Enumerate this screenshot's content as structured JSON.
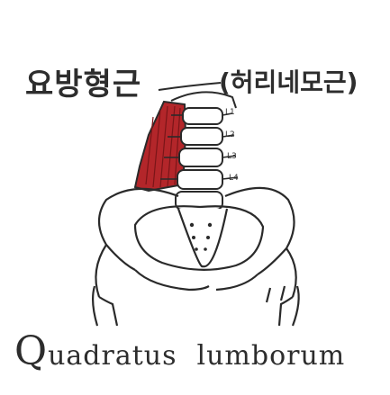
{
  "title_korean": "요방형근",
  "title_korean_alt": "(허리네모근)",
  "title_english_first": "Q",
  "title_english_rest": "uadratus",
  "title_english_second": "lumborum",
  "vertebra_labels": [
    "L1",
    "L2",
    "L3",
    "L4"
  ],
  "colors": {
    "muscle": "#b3262a",
    "muscle_stripe": "#7a1518",
    "outline": "#2a2a2a",
    "text": "#2d2d2d",
    "background": "#ffffff"
  }
}
